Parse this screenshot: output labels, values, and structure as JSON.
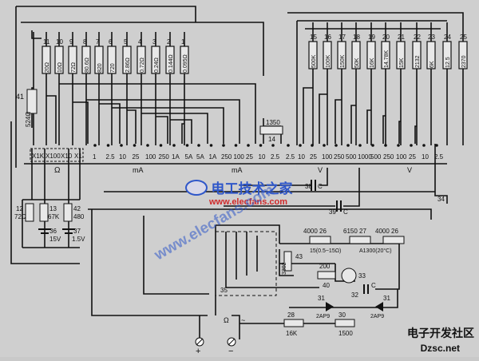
{
  "resistors": [
    {
      "id": "11",
      "value": "20Ω",
      "label_id": "r11-id",
      "label_val": "r11-val"
    },
    {
      "id": "10",
      "value": "10Ω",
      "label_id": "r10-id",
      "label_val": "r10-val"
    },
    {
      "id": "9",
      "value": "72Ω",
      "label_id": "r9-id",
      "label_val": "r9-val"
    },
    {
      "id": "8",
      "value": "80.6Ω",
      "label_id": "r8-id",
      "label_val": "r8-val"
    },
    {
      "id": "7",
      "value": "820",
      "label_id": "r7-id",
      "label_val": "r7-val"
    },
    {
      "id": "6",
      "value": "720",
      "label_id": "r6-id",
      "label_val": "r6-val"
    },
    {
      "id": "5",
      "value": "2.86Ω",
      "label_id": "r5-id",
      "label_val": "r5-val"
    },
    {
      "id": "4",
      "value": "0.72Ω",
      "label_id": "r4-id",
      "label_val": "r4-val"
    },
    {
      "id": "3",
      "value": "0.24Ω",
      "label_id": "r3-id",
      "label_val": "r3-val"
    },
    {
      "id": "2",
      "value": "0.144Ω",
      "label_id": "r2-id",
      "label_val": "r2-val"
    },
    {
      "id": "1",
      "value": "0.095Ω",
      "label_id": "r1-id",
      "label_val": "r1-val"
    },
    {
      "id": "15",
      "value": "500K",
      "label_id": "r15-id",
      "label_val": "r15-val"
    },
    {
      "id": "16",
      "value": "100K",
      "label_id": "r16-id",
      "label_val": "r16-val"
    },
    {
      "id": "17",
      "value": "150K",
      "label_id": "r17-id",
      "label_val": "r17-val"
    },
    {
      "id": "18",
      "value": "50K",
      "label_id": "r18-id",
      "label_val": "r18-val"
    },
    {
      "id": "19",
      "value": "16K",
      "label_id": "r19-id",
      "label_val": "r19-val"
    },
    {
      "id": "20",
      "value": "14.78K",
      "label_id": "r20-id",
      "label_val": "r20-val"
    },
    {
      "id": "21",
      "value": "15K",
      "label_id": "r21-id",
      "label_val": "r21-val"
    },
    {
      "id": "22",
      "value": "2132",
      "label_id": "r22-id",
      "label_val": "r22-val"
    },
    {
      "id": "23",
      "value": "6K",
      "label_id": "r23-id",
      "label_val": "r23-val"
    },
    {
      "id": "24",
      "value": "12.5",
      "label_id": "r24-id",
      "label_val": "r24-val"
    },
    {
      "id": "25",
      "value": "2370",
      "label_id": "r25-id",
      "label_val": "r25-val"
    }
  ],
  "left_block": {
    "r41_id": "41",
    "r41_val": "524Ω",
    "r12_id": "12",
    "r12_val": "72Ω",
    "r13_id": "13",
    "r13_val": "67K",
    "r42_id": "42",
    "r42_val": "480",
    "bat36_id": "36",
    "bat36_val": "15V",
    "bat37_id": "37",
    "bat37_val": "1.5V",
    "range_labels": [
      "X1K",
      "X100",
      "X10",
      "X1"
    ],
    "omega": "Ω"
  },
  "switch_row": {
    "ma_labels": [
      "1",
      "2.5",
      "10",
      "25",
      "100",
      "250",
      "1A",
      "5A"
    ],
    "ma_unit": "mA",
    "a_labels": [
      "5A",
      "1A",
      "250",
      "100",
      "25",
      "10",
      "2.5"
    ],
    "a_unit": "mA",
    "v1_labels": [
      "2.5",
      "10",
      "25",
      "100",
      "250",
      "500"
    ],
    "v1_unit": "V",
    "v2_labels": [
      "1000",
      "500",
      "250",
      "100",
      "25",
      "10",
      "2.5"
    ],
    "v2_unit": "V",
    "r1350_val": "1350",
    "r1350_id": "14"
  },
  "caps": {
    "c38": "38",
    "c39": "39",
    "c_label": "C",
    "node34": "34"
  },
  "lower": {
    "r4000a": "4000 26",
    "r6150": "6150 27",
    "r4000b": "4000 26",
    "r43": "43",
    "r3302": "3302",
    "r200": "200",
    "r40": "40",
    "note": "15(0.5~15Ω)",
    "a1300": "A1300(20°C)",
    "m33": "33",
    "c32": "32",
    "c_lbl": "C",
    "d31a": "31",
    "d31a_lbl": "2AP9",
    "d31b": "31",
    "d31b_lbl": "2AP9",
    "r28_id": "28",
    "r28_val": "16K",
    "r30_id": "30",
    "r30_val": "1500",
    "n35": "35",
    "sw_omega": "Ω",
    "sw_ac": "~",
    "plus": "+",
    "minus": "−"
  },
  "watermark": {
    "center_cn": "电工技术之家",
    "center_url": "www.elecfans.com",
    "bottom_cn": "电子开发社区",
    "bottom_url": "Dzsc.net"
  },
  "colors": {
    "line": "#111111",
    "bg": "#cfcfcf",
    "watermark_blue": "#2f57c9",
    "watermark_red": "#d02a2a"
  }
}
